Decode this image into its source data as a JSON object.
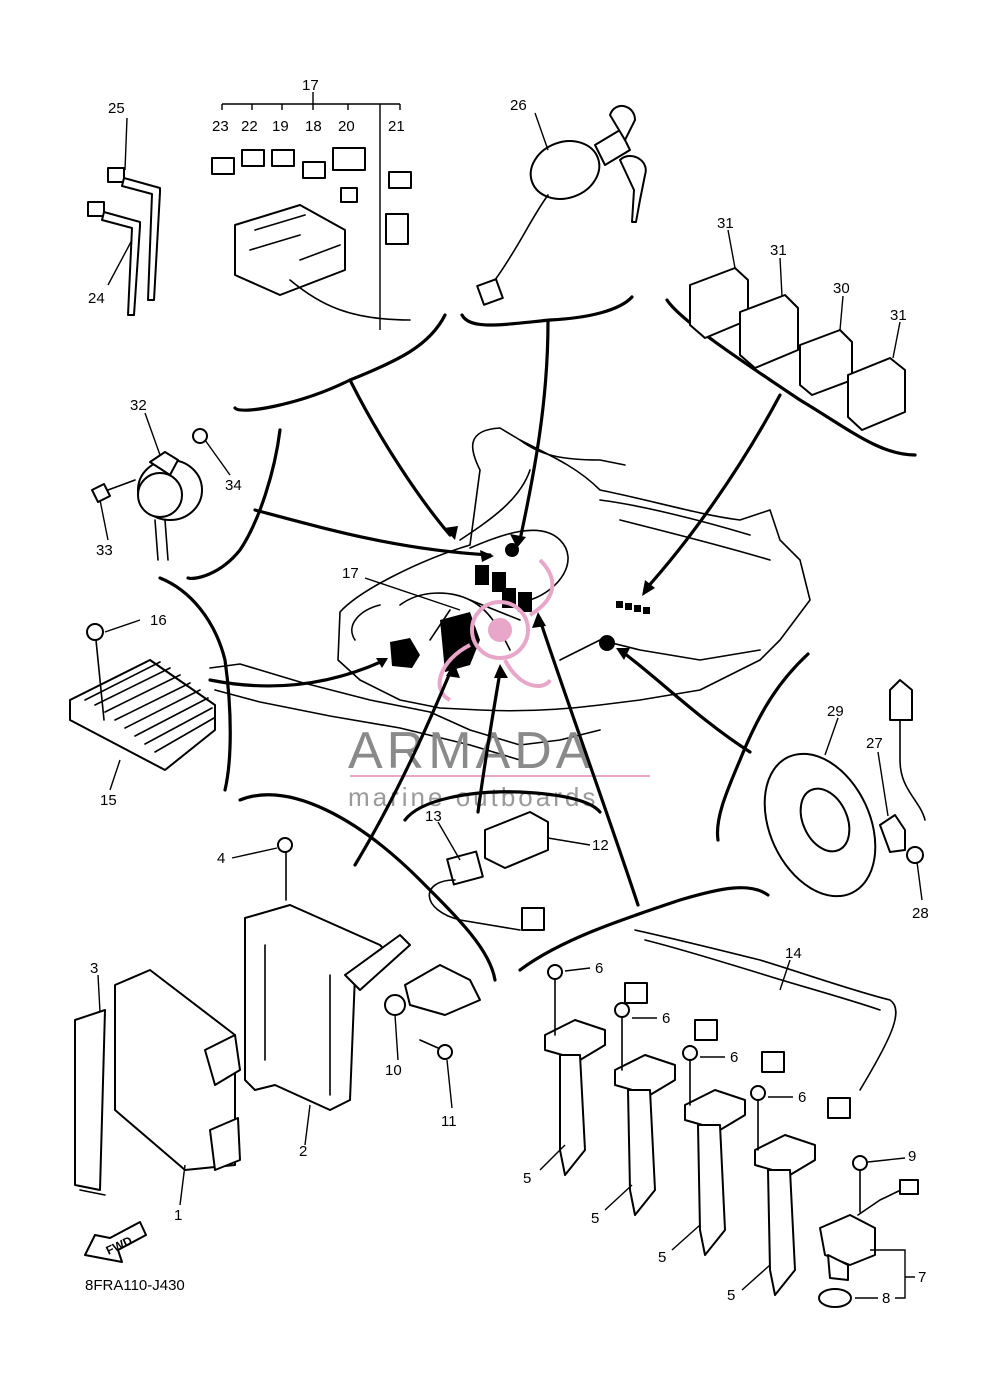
{
  "diagram_code": "8FRA110-J430",
  "watermark": {
    "brand": "ARMADA",
    "tagline": "marine outboards"
  },
  "fwd_label": "FWD",
  "labels": {
    "p1": "1",
    "p2": "2",
    "p3": "3",
    "p4": "4",
    "p5a": "5",
    "p5b": "5",
    "p5c": "5",
    "p5d": "5",
    "p6a": "6",
    "p6b": "6",
    "p6c": "6",
    "p6d": "6",
    "p7": "7",
    "p8": "8",
    "p9": "9",
    "p10": "10",
    "p11": "11",
    "p12": "12",
    "p13": "13",
    "p14": "14",
    "p15": "15",
    "p16": "16",
    "p17a": "17",
    "p17b": "17",
    "p18": "18",
    "p19": "19",
    "p20": "20",
    "p21": "21",
    "p22": "22",
    "p23": "23",
    "p24": "24",
    "p25": "25",
    "p26": "26",
    "p27": "27",
    "p28": "28",
    "p29": "29",
    "p30": "30",
    "p31a": "31",
    "p31b": "31",
    "p31c": "31",
    "p32": "32",
    "p33": "33",
    "p34": "34"
  },
  "colors": {
    "line": "#000000",
    "watermark_text": "#8a8a8a",
    "watermark_accent": "#e8a7c8"
  }
}
